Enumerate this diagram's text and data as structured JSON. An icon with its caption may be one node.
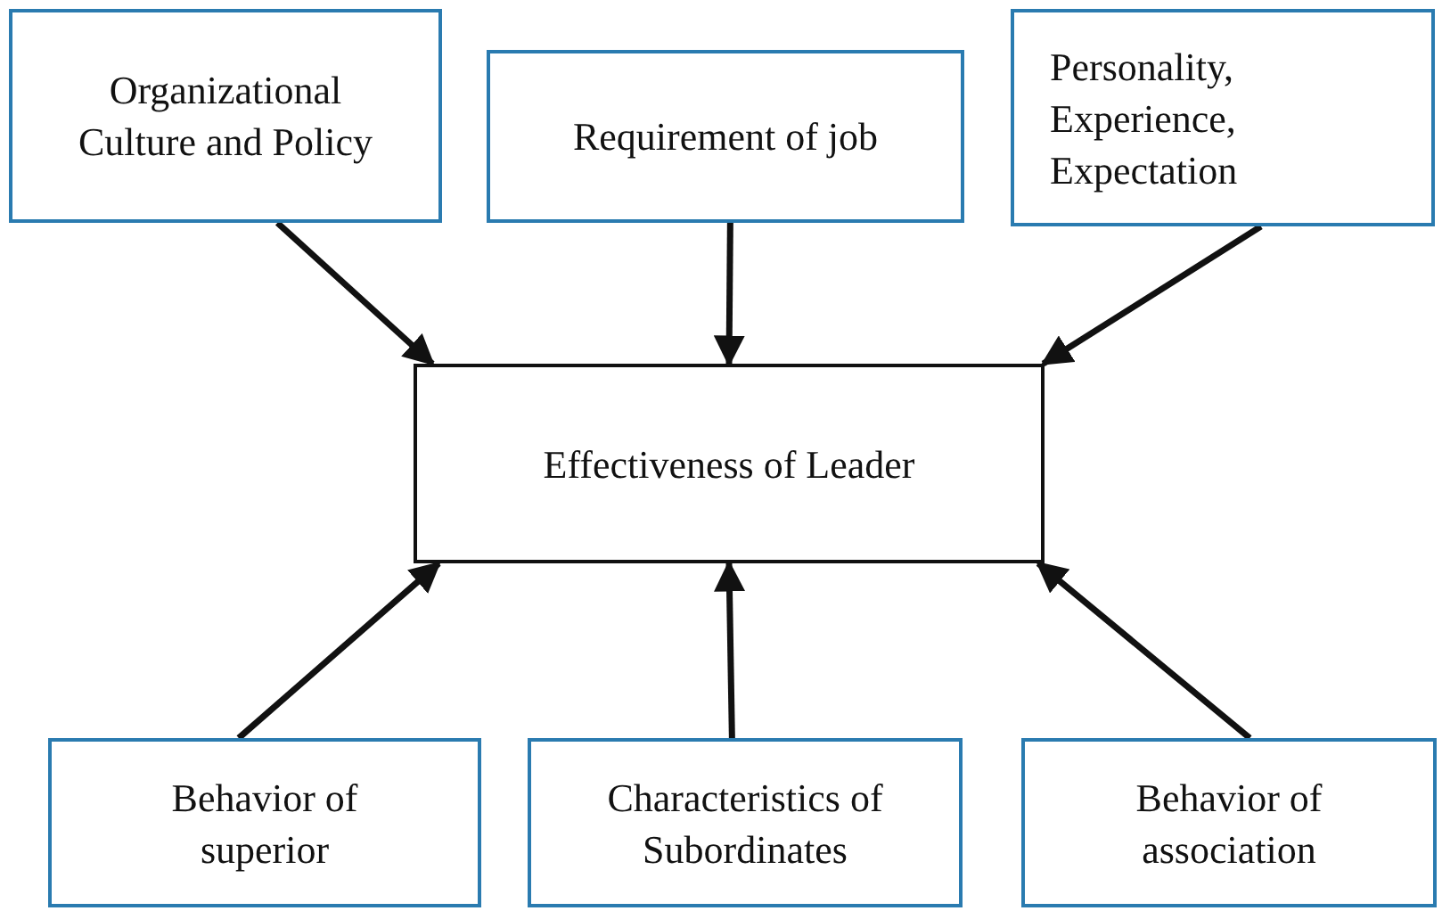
{
  "diagram": {
    "nodes": [
      {
        "text": [
          "Organizational Culture and Policy"
        ]
      },
      {
        "text": [
          "Requirement of job"
        ]
      },
      {
        "text": [
          "Personality, Experience, Expectation"
        ]
      },
      {
        "text": [
          "Effectiveness of Leader"
        ]
      },
      {
        "text": [
          "Behavior of superior"
        ]
      },
      {
        "text": [
          "Characteristics of Subordinates"
        ]
      },
      {
        "text": [
          "Behavior of association"
        ]
      }
    ],
    "edges": [
      {
        "from": 0,
        "to": 3,
        "arrow": "to"
      },
      {
        "from": 1,
        "to": 3,
        "arrow": "to"
      },
      {
        "from": 2,
        "to": 3,
        "arrow": "to"
      },
      {
        "from": 4,
        "to": 3,
        "arrow": "to"
      },
      {
        "from": 5,
        "to": 3,
        "arrow": "to"
      },
      {
        "from": 6,
        "to": 3,
        "arrow": "to"
      }
    ]
  }
}
